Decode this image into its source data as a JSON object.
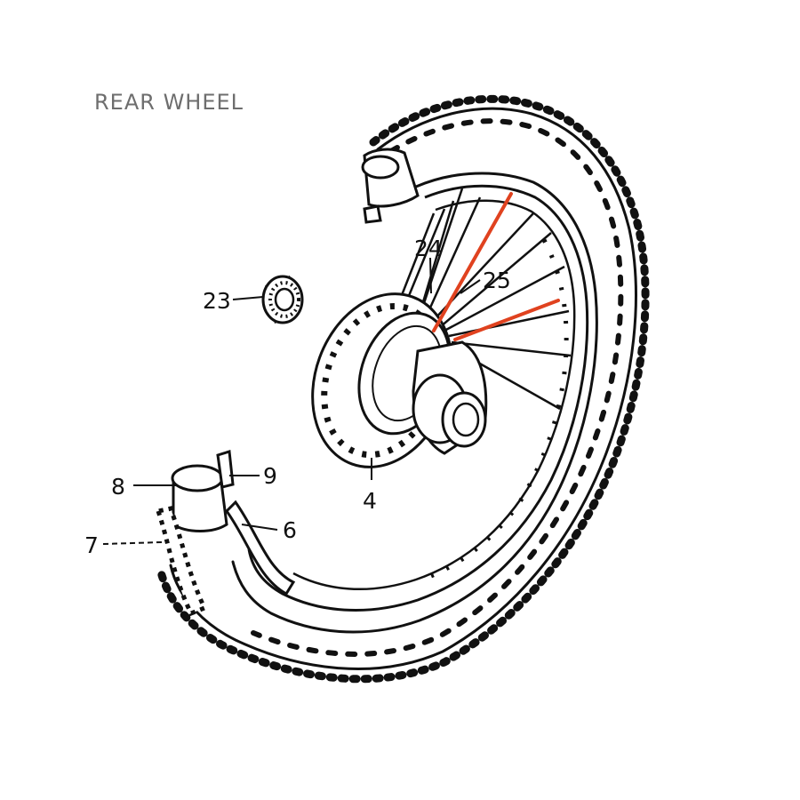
{
  "title": "REAR WHEEL",
  "callouts": {
    "c23": "23",
    "c24": "24",
    "c25": "25",
    "c4": "4",
    "c8": "8",
    "c9": "9",
    "c6": "6",
    "c7": "7"
  },
  "colors": {
    "ink": "#111111",
    "highlight": "#e0421f",
    "title": "#6e6e6e",
    "background": "#ffffff"
  }
}
